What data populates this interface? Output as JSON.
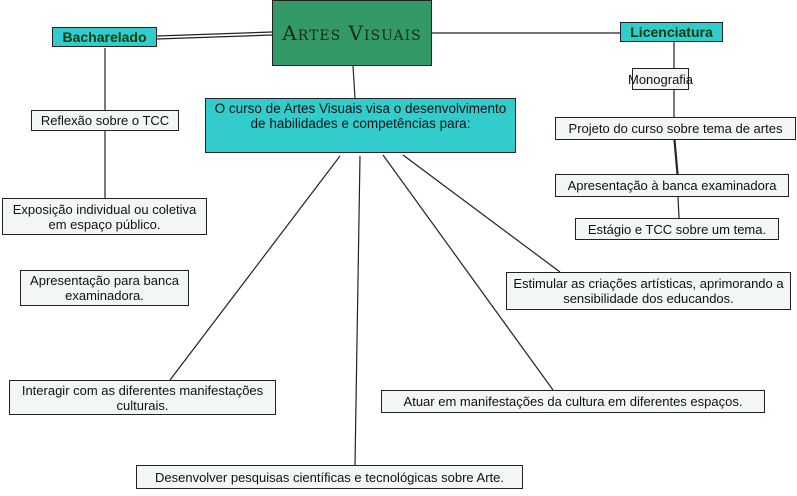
{
  "title": "Artes Visuais",
  "branches": {
    "bacharelado": "Bacharelado",
    "licenciatura": "Licenciatura"
  },
  "central": "O curso de Artes Visuais visa o desenvolvimento de  habilidades e competências para:",
  "bacharelado_items": [
    "Reflexão sobre o TCC",
    "Exposição individual ou coletiva em espaço público.",
    "Apresentação para banca examinadora."
  ],
  "licenciatura_items": [
    "Monografia",
    "Projeto do curso sobre tema de artes",
    "Apresentação à banca examinadora",
    "Estágio e TCC sobre um tema."
  ],
  "competencias": [
    "Estimular as criações artísticas, aprimorando a sensibilidade dos educandos.",
    "Interagir com as diferentes manifestações culturais.",
    "Atuar em manifestações da cultura em diferentes espaços.",
    "Desenvolver pesquisas científicas e tecnológicas sobre Arte."
  ],
  "colors": {
    "main": "#339966",
    "teal": "#33cccc",
    "box": "#f2f6f6"
  }
}
